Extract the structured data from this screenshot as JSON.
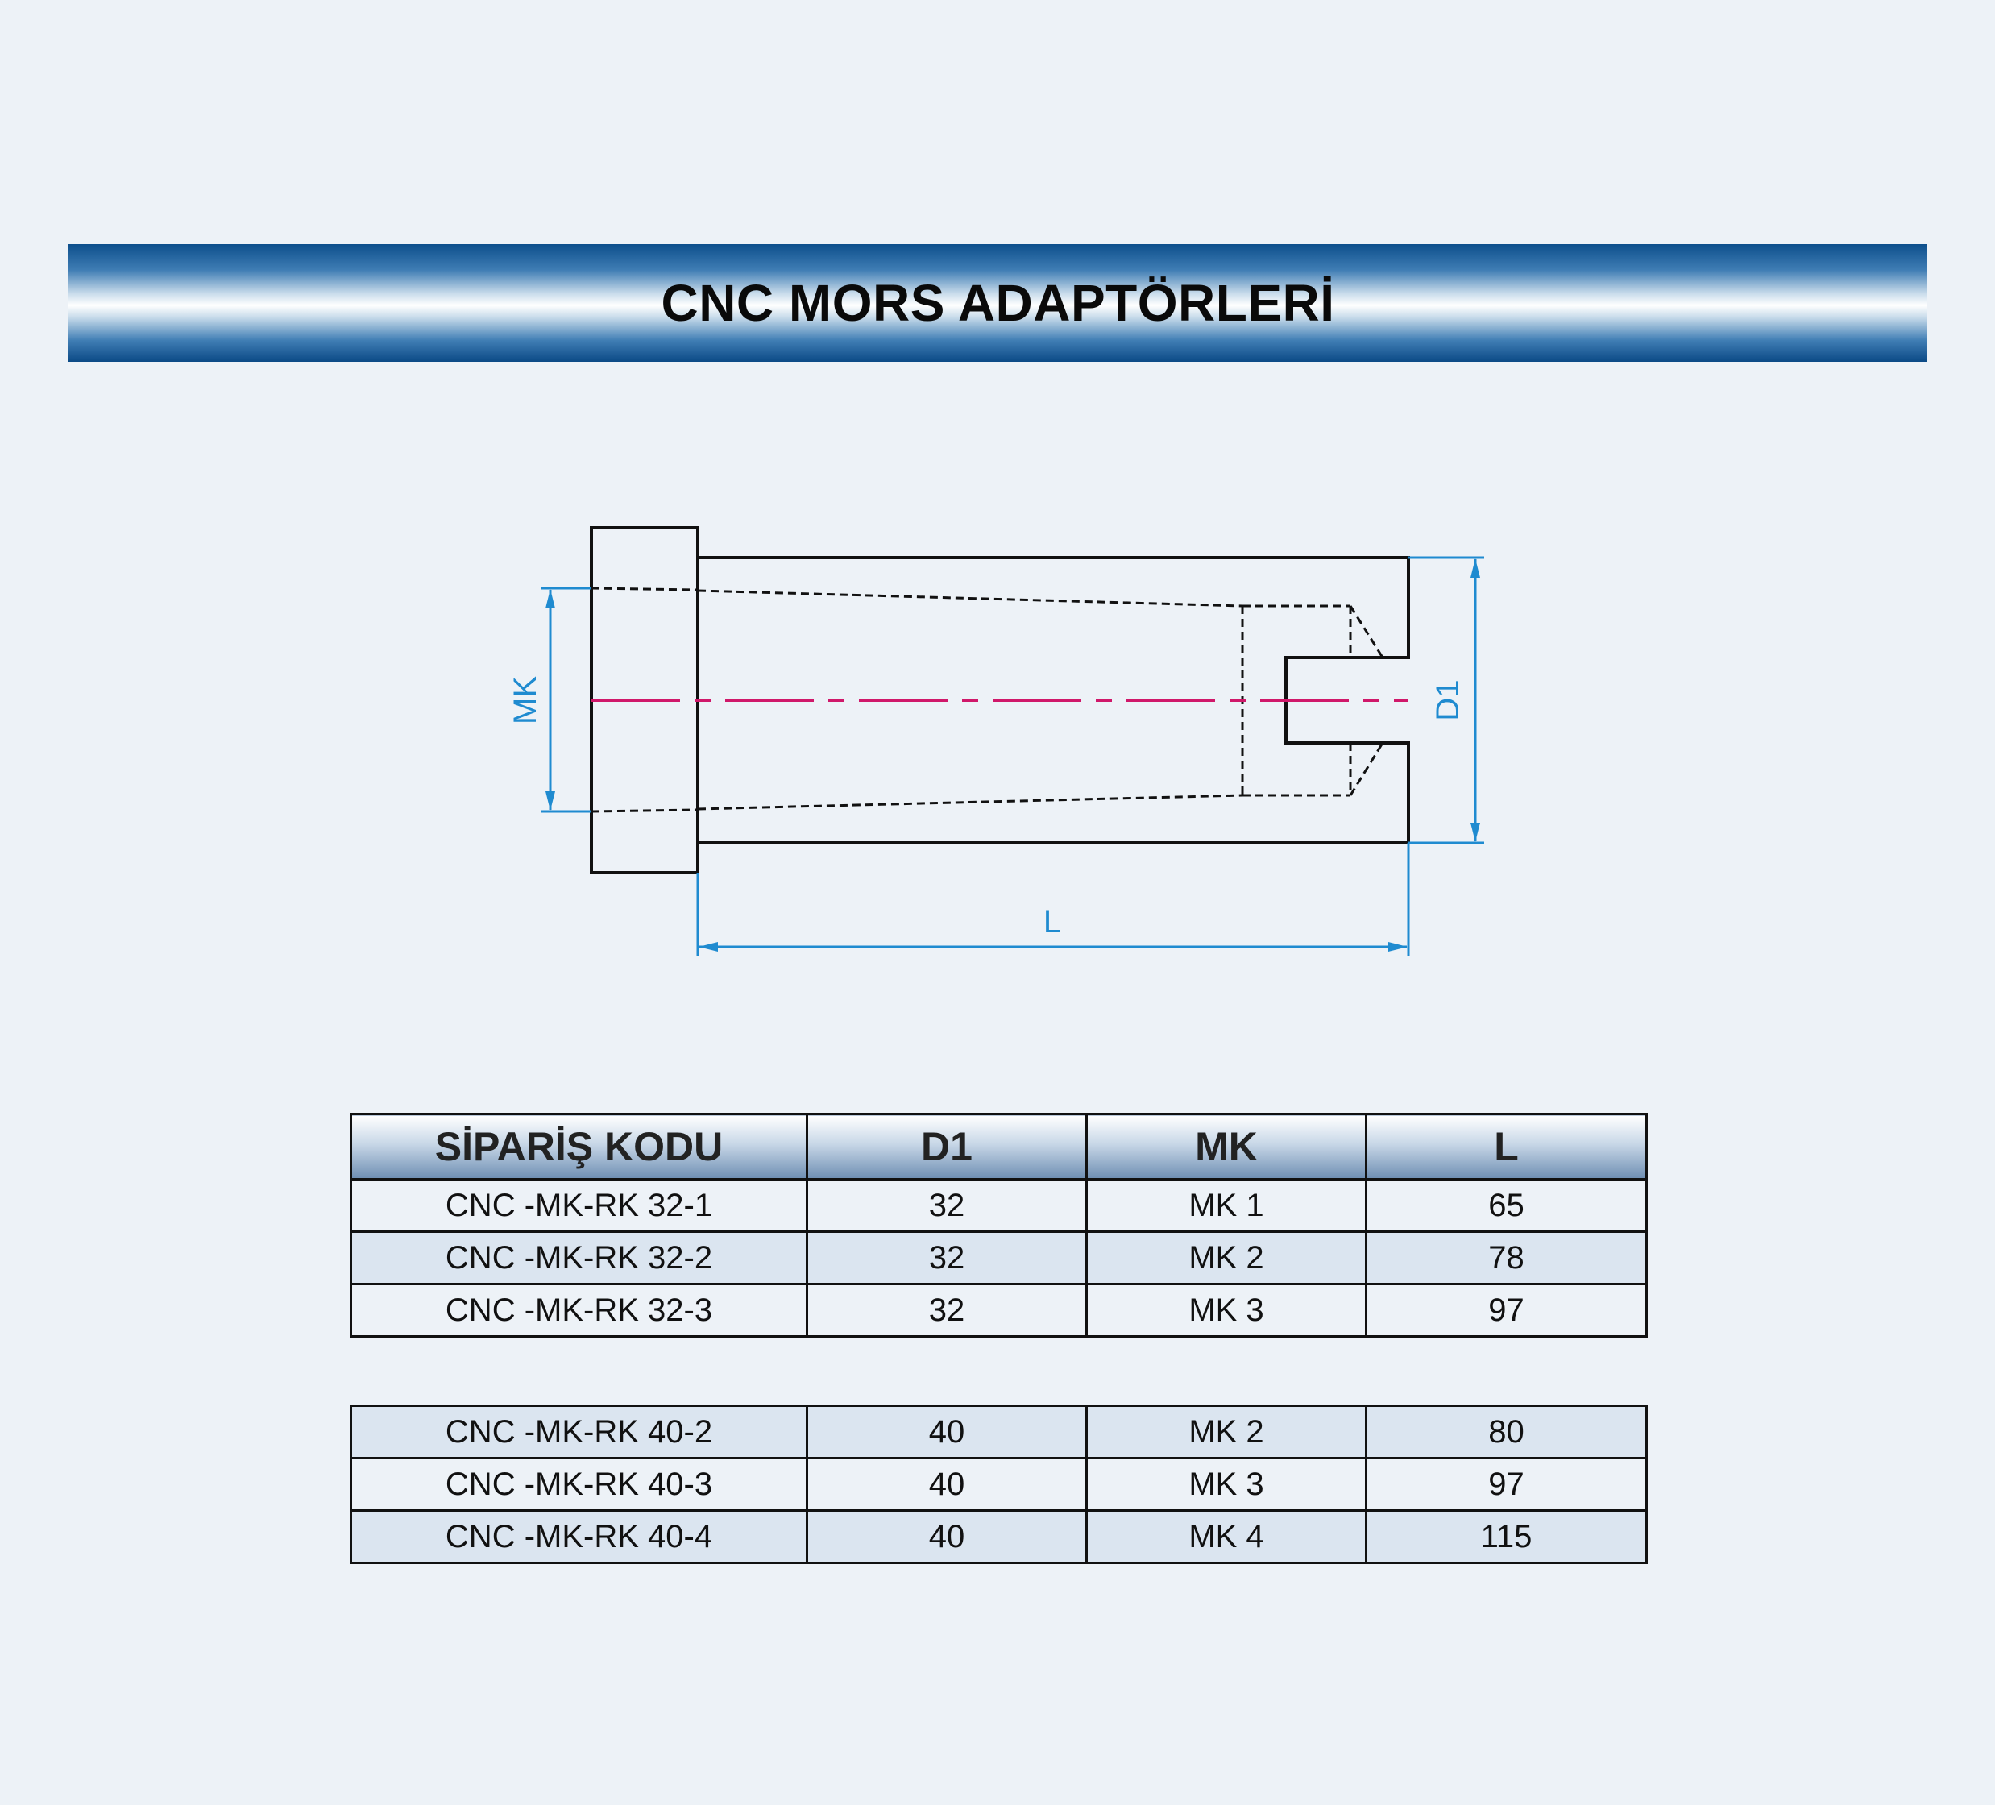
{
  "title": "CNC MORS ADAPTÖRLERİ",
  "drawing": {
    "dim_mk": "MK",
    "dim_d1": "D1",
    "dim_l": "L",
    "colors": {
      "dimension": "#1f8bd0",
      "centerline": "#d0186a",
      "outline": "#111111"
    }
  },
  "table": {
    "headers": [
      "SİPARİŞ KODU",
      "D1",
      "MK",
      "L"
    ],
    "group1": [
      [
        "CNC -MK-RK 32-1",
        "32",
        "MK 1",
        "65"
      ],
      [
        "CNC -MK-RK 32-2",
        "32",
        "MK 2",
        "78"
      ],
      [
        "CNC -MK-RK 32-3",
        "32",
        "MK 3",
        "97"
      ]
    ],
    "group2": [
      [
        "CNC -MK-RK 40-2",
        "40",
        "MK 2",
        "80"
      ],
      [
        "CNC -MK-RK 40-3",
        "40",
        "MK 3",
        "97"
      ],
      [
        "CNC -MK-RK 40-4",
        "40",
        "MK 4",
        "115"
      ]
    ]
  }
}
